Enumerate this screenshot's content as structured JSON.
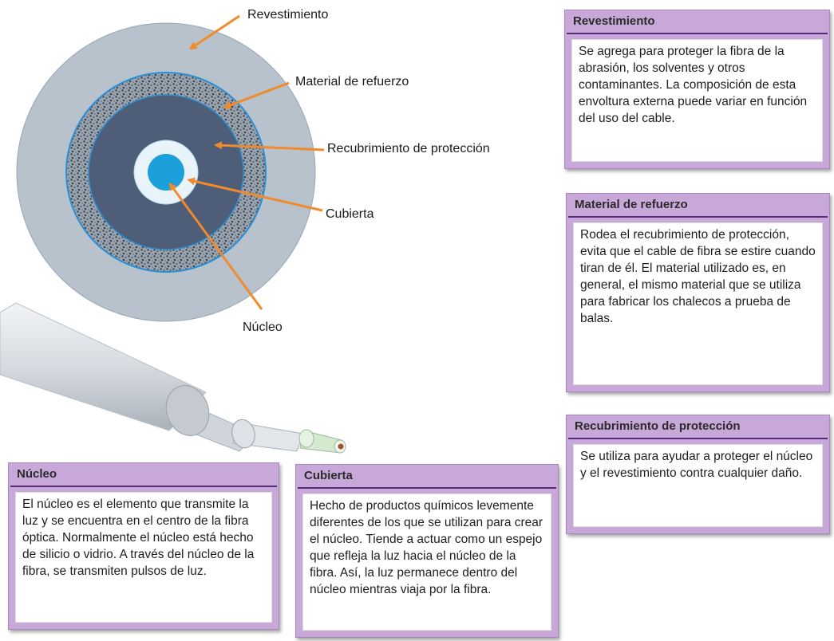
{
  "labels": {
    "revestimiento": "Revestimiento",
    "material": "Material de refuerzo",
    "recubrimiento": "Recubrimiento de protección",
    "cubierta": "Cubierta",
    "nucleo": "Núcleo"
  },
  "cards": {
    "revestimiento": {
      "title": "Revestimiento",
      "body": "Se agrega para proteger la fibra de la abrasión, los solventes y otros contaminantes. La composición de esta envoltura externa puede variar en función del uso del cable."
    },
    "material": {
      "title": "Material de refuerzo",
      "body": "Rodea el recubrimiento de protección, evita que el cable de fibra se estire cuando tiran de él. El material utilizado es, en general, el mismo material que se utiliza para fabricar los chalecos a prueba de balas."
    },
    "recubrimiento": {
      "title": "Recubrimiento de protección",
      "body": "Se utiliza para ayudar a proteger el núcleo y el revestimiento contra cualquier daño."
    },
    "nucleo": {
      "title": "Núcleo",
      "body": "El núcleo es el elemento que transmite la luz y se encuentra en el centro de la fibra óptica. Normalmente el núcleo está hecho de silicio o vidrio. A través del núcleo de la fibra, se transmiten pulsos de luz."
    },
    "cubierta": {
      "title": "Cubierta",
      "body": "Hecho de productos químicos levemente diferentes de los que se utilizan para crear el núcleo. Tiende a actuar como un espejo que refleja la luz hacia el núcleo de la fibra. Así, la luz permanece dentro del núcleo mientras viaja por la fibra."
    }
  },
  "colors": {
    "arrow": "#f08a2c",
    "card_header": "#c8a8d8",
    "card_rule": "#5a2a7a",
    "outer_jacket": "#b8c2cc",
    "strength_band": "#5f6a78",
    "buffer": "#4f5e78",
    "cladding": "#e8f4fa",
    "core": "#1ca0dc"
  }
}
